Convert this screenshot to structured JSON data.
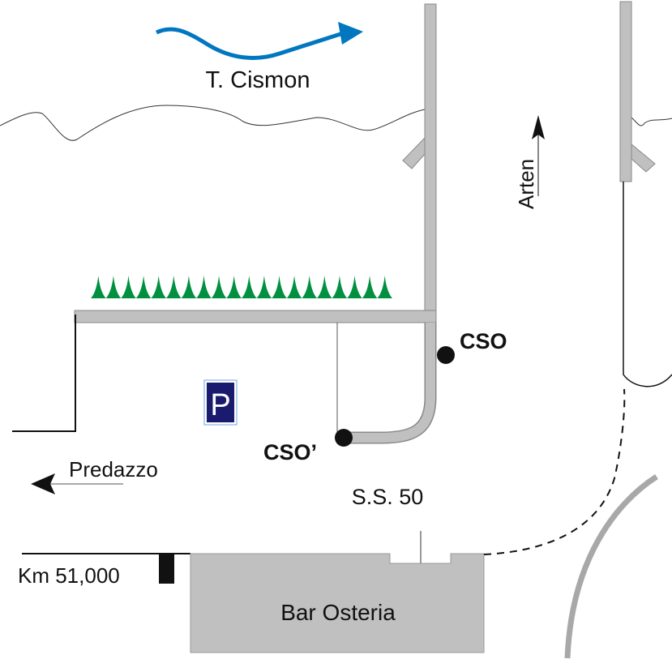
{
  "labels": {
    "river": "T. Cismon",
    "arten": "Arten",
    "cso": "CSO",
    "cso_prime": "CSO’",
    "parking": "P",
    "predazzo": "Predazzo",
    "road": "S.S. 50",
    "km": "Km 51,000",
    "building": "Bar Osteria"
  },
  "colors": {
    "river_arrow": "#0077c0",
    "pipe": "#c0c0c0",
    "vegetation": "#009040",
    "parking_sign": "#1a1a6e",
    "building": "#c0c0c0"
  }
}
